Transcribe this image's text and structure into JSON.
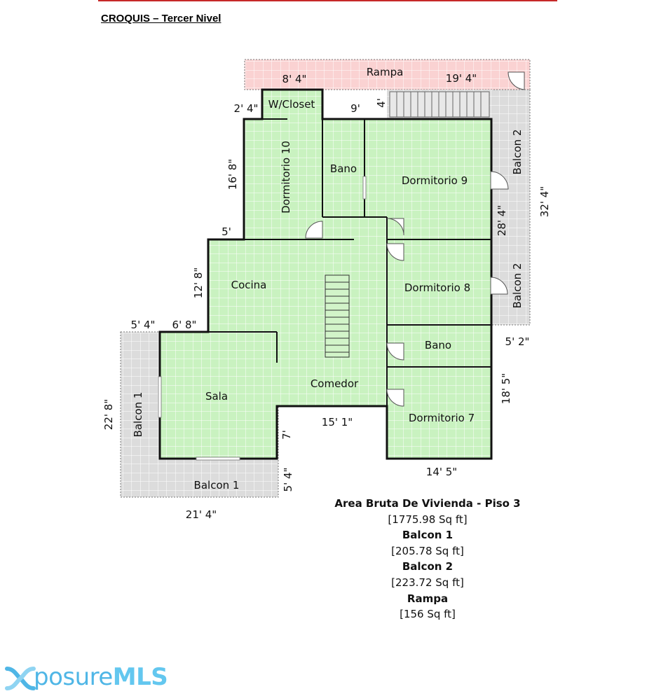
{
  "heading": "CROQUIS – Tercer Nivel",
  "colors": {
    "interior": "#c9f2c0",
    "balcony": "#dcdcdc",
    "ramp": "#fad2d2",
    "wall": "#111111",
    "grid": "#ffffff"
  },
  "icons": {
    "door": "door-swing-icon",
    "stairs": "stairs-icon",
    "logo": "xposure-logo-icon"
  },
  "rooms": {
    "rampa": "Rampa",
    "w_closet": "W/Closet",
    "dormitorio_10": "Dormitorio 10",
    "bano_upper": "Bano",
    "dormitorio_9": "Dormitorio 9",
    "balcon_2_upper": "Balcon 2",
    "balcon_2_lower": "Balcon 2",
    "cocina": "Cocina",
    "dormitorio_8": "Dormitorio 8",
    "bano_lower": "Bano",
    "sala": "Sala",
    "comedor": "Comedor",
    "dormitorio_7": "Dormitorio 7",
    "balcon_1_side": "Balcon 1",
    "balcon_1_bottom": "Balcon 1"
  },
  "dimensions": {
    "rampa_left": "8' 4\"",
    "rampa_right": "19' 4\"",
    "w_closet_side": "2' 4\"",
    "nine_ft": "9'",
    "four_ft": "4'",
    "dorm10_height": "16' 8\"",
    "balcon2_height": "32' 4\"",
    "dorm9_8_height": "28' 4\"",
    "five_ft": "5'",
    "cocina_height": "12' 8\"",
    "balcon1_top": "5' 4\"",
    "sala_top": "6' 8\"",
    "bano_right": "5' 2\"",
    "dorm7_height": "18' 5\"",
    "balcon1_height": "22' 8\"",
    "comedor_bottom": "15' 1\"",
    "seven_ft": "7'",
    "dorm7_width": "14' 5\"",
    "balcon1_bottom_right": "5' 4\"",
    "balcon1_width": "21' 4\""
  },
  "summary": {
    "title": "Area Bruta De Vivienda - Piso 3",
    "area": "[1775.98 Sq ft]",
    "balcon1_label": "Balcon 1",
    "balcon1_area": "[205.78 Sq ft]",
    "balcon2_label": "Balcon 2",
    "balcon2_area": "[223.72 Sq ft]",
    "rampa_label": "Rampa",
    "rampa_area": "[156 Sq ft]"
  },
  "logo": {
    "prefix": "posure",
    "suffix": "MLS"
  }
}
